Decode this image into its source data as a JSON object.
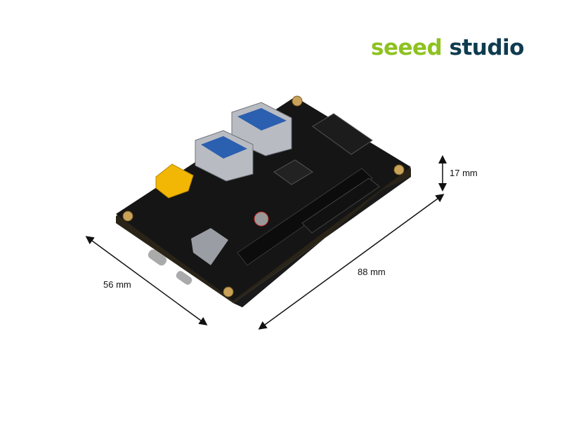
{
  "logo": {
    "part1": "seeed",
    "part2": " studio",
    "colors": {
      "seeed": "#8dc21f",
      "studio": "#0f3b4f"
    }
  },
  "dimensions": {
    "height": "17 mm",
    "length": "88 mm",
    "width": "56 mm"
  }
}
